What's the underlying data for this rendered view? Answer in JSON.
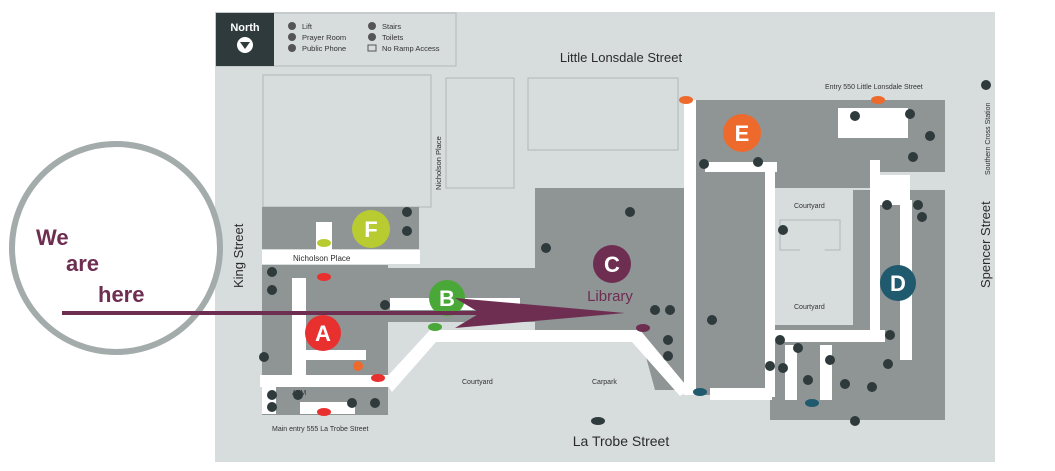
{
  "legend": {
    "north_label": "North",
    "items": [
      {
        "key": "lift",
        "label": "Lift",
        "icon": "lift-icon"
      },
      {
        "key": "prayer",
        "label": "Prayer Room",
        "icon": "prayer-room-icon"
      },
      {
        "key": "phone",
        "label": "Public Phone",
        "icon": "phone-icon"
      },
      {
        "key": "stairs",
        "label": "Stairs",
        "icon": "stairs-icon"
      },
      {
        "key": "toilets",
        "label": "Toilets",
        "icon": "toilets-icon"
      },
      {
        "key": "noramp",
        "label": "No Ramp Access",
        "icon": "no-ramp-icon"
      }
    ]
  },
  "streets": {
    "top": "Little Lonsdale Street",
    "bottom": "La Trobe Street",
    "left": "King Street",
    "right": "Spencer Street",
    "lane": "Nicholson Place",
    "place": "Nicholson Place",
    "station": "Southern Cross Station"
  },
  "labels": {
    "entry_top": "Entry 550 Little Lonsdale Street",
    "main_entry": "Main entry 555 La Trobe Street",
    "courtyard_1": "Courtyard",
    "courtyard_2": "Courtyard",
    "courtyard_3": "Courtyard",
    "carpark": "Carpark",
    "library": "Library",
    "atm": "ATM"
  },
  "buildings": [
    {
      "id": "A",
      "color": "#e8312f"
    },
    {
      "id": "B",
      "color": "#4aa838"
    },
    {
      "id": "C",
      "color": "#6e2e52"
    },
    {
      "id": "D",
      "color": "#1f5a6e"
    },
    {
      "id": "E",
      "color": "#ee6a2c"
    },
    {
      "id": "F",
      "color": "#b8cc32"
    }
  ],
  "callout": {
    "line1": "We",
    "line2": "are",
    "line3": "here",
    "color": "#6e2e52"
  },
  "colors": {
    "site": "#d7dcdd",
    "building": "#8f9494",
    "corridor": "#ffffff",
    "outline": "#b3b8b9"
  }
}
